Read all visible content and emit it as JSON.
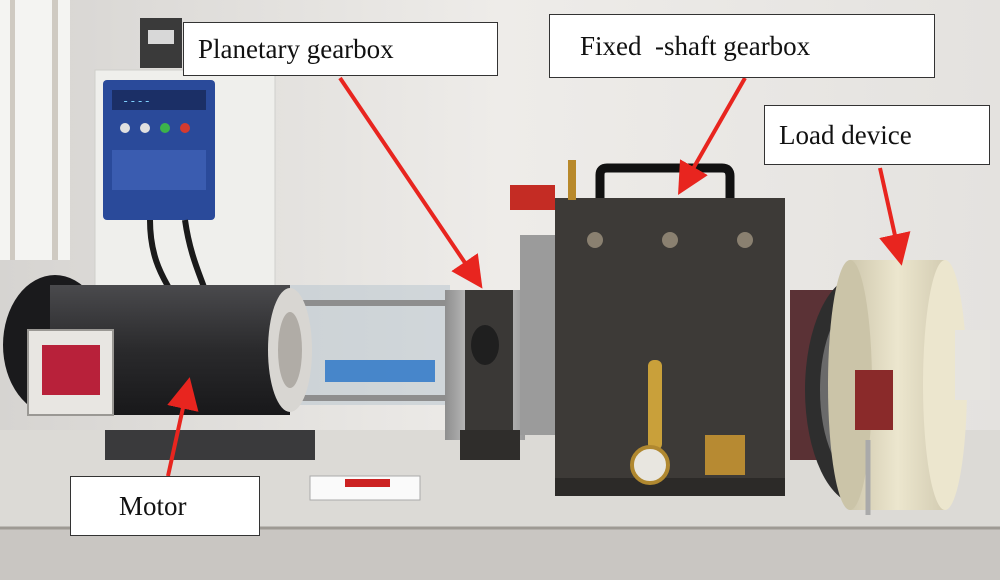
{
  "labels": {
    "planetary": "Planetary gearbox",
    "fixed_shaft": "Fixed  -shaft gearbox",
    "load": "Load device",
    "motor": "Motor"
  },
  "controller": {
    "display": "----"
  },
  "colors": {
    "arrow": "#e8251f",
    "wall": "#e9e7e4",
    "table": "#d9d6d2",
    "motor_body": "#2b2b2d",
    "gearbox_body": "#3d3a37",
    "controller_blue": "#2a4a9a",
    "load_ring": "#e2dcc4"
  }
}
